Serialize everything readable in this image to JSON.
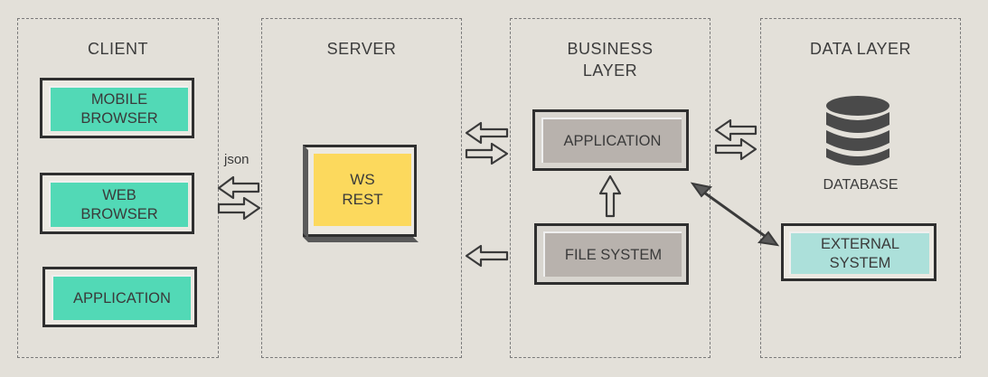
{
  "layers": {
    "client": {
      "title": "CLIENT",
      "items": [
        "MOBILE\nBROWSER",
        "WEB\nBROWSER",
        "APPLICATION"
      ]
    },
    "server": {
      "title": "SERVER",
      "ws_rest": "WS\nREST",
      "connector_label": "json"
    },
    "business": {
      "title": "BUSINESS\nLAYER",
      "application": "APPLICATION",
      "file_system": "FILE SYSTEM"
    },
    "data": {
      "title": "DATA LAYER",
      "database_label": "DATABASE",
      "external_system": "EXTERNAL\nSYSTEM"
    }
  },
  "colors": {
    "background": "#e3e0d9",
    "client_box": "#52d9b6",
    "server_box": "#fcd95d",
    "business_box": "#b8b2ad",
    "external_box": "#ace0da",
    "database_icon": "#4a4a4a"
  },
  "icons": {
    "database": "database-icon",
    "arrows": "hand-drawn-double-arrow"
  }
}
